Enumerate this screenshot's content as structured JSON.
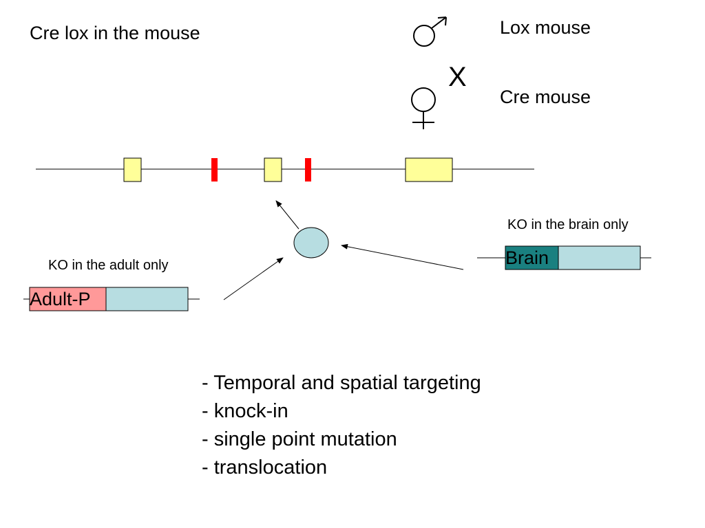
{
  "title": "Cre lox in the mouse",
  "cross": {
    "lox_label": "Lox mouse",
    "cre_label": "Cre mouse",
    "cross_symbol": "X",
    "male_symbol": "male-symbol-icon",
    "female_symbol": "female-symbol-icon"
  },
  "colors": {
    "exon": "#ffff99",
    "loxp": "#ff0000",
    "cre_protein": "#b7dde1",
    "brain_promoter": "#1a8080",
    "adult_promoter": "#ff9999",
    "cre_gene": "#b7dde1"
  },
  "constructs": {
    "brain": {
      "caption": "KO in the brain only",
      "promoter_label": "Brain"
    },
    "adult": {
      "caption": "KO in the adult only",
      "promoter_label": "Adult-P"
    }
  },
  "bullets": [
    "- Temporal and spatial targeting",
    "- knock-in",
    "- single point mutation",
    "- translocation"
  ]
}
